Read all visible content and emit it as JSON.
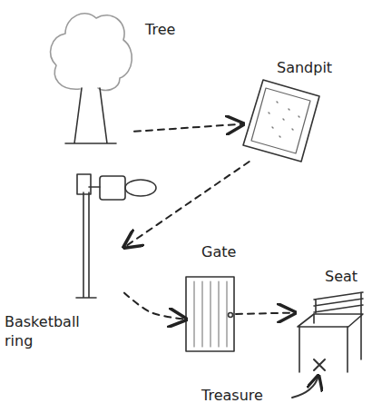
{
  "diagram": {
    "nodes": [
      {
        "text": [
          "Tree"
        ]
      },
      {
        "text": [
          "Sandpit"
        ]
      },
      {
        "text": [
          "Basketball ring"
        ]
      },
      {
        "text": [
          "Gate"
        ]
      },
      {
        "text": [
          "Seat"
        ]
      }
    ],
    "edges": [
      {
        "from": 0,
        "to": 1,
        "arrow": "to"
      },
      {
        "from": 1,
        "to": 2,
        "arrow": "to"
      },
      {
        "from": 2,
        "to": 3,
        "arrow": "to"
      },
      {
        "from": 3,
        "to": 4,
        "arrow": "to"
      }
    ],
    "labels": [
      "Treasure"
    ]
  }
}
